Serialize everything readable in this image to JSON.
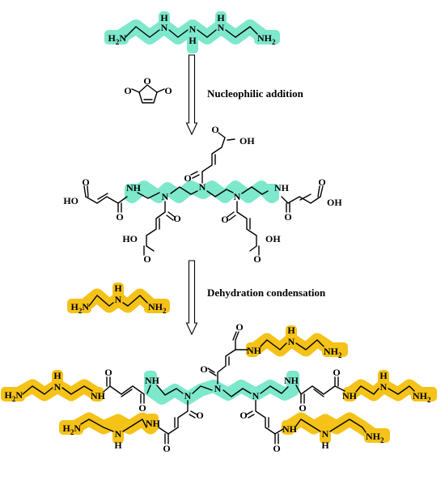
{
  "colors": {
    "cyan": "#7de8cc",
    "gold": "#f5c218",
    "ink": "#000000"
  },
  "steps": [
    {
      "label": "Nucleophilic addition"
    },
    {
      "label": "Dehydration condensation"
    }
  ],
  "labels": {
    "amine": "NH",
    "amine2": "NH",
    "n": "N",
    "h": "H",
    "nh2": "NH",
    "h2n": "H",
    "sub2": "2",
    "o": "O",
    "oh": "OH",
    "ho": "HO"
  }
}
